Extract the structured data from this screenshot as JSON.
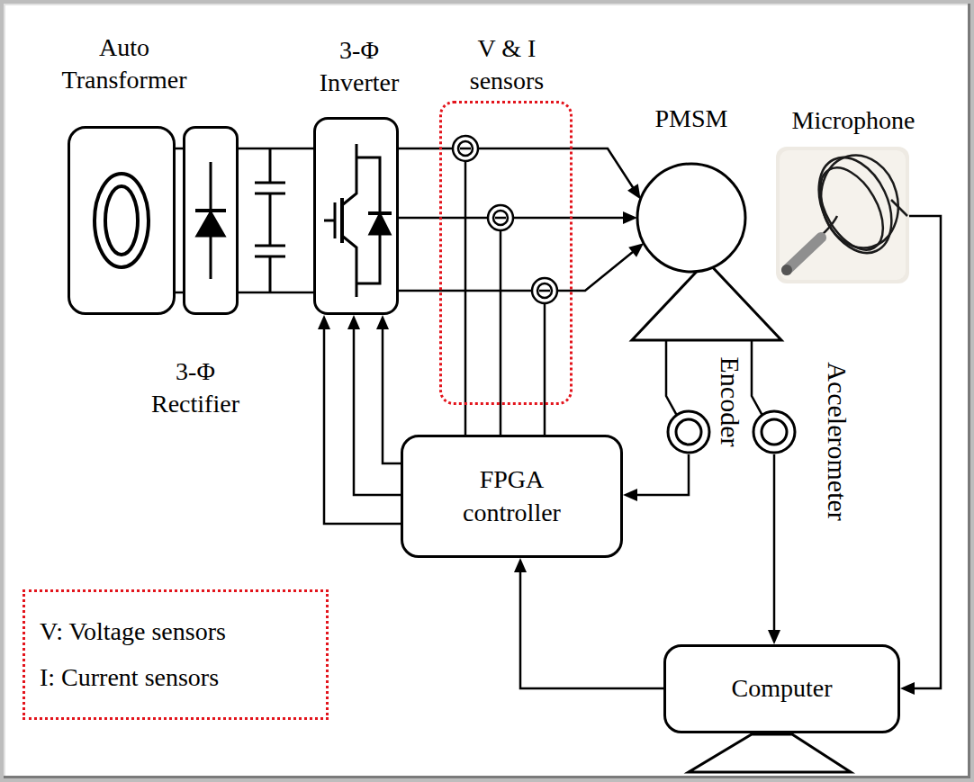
{
  "diagram": {
    "nodes": [
      {
        "text": [
          "Auto Transformer"
        ]
      },
      {
        "text": [
          "3-Φ Rectifier"
        ]
      },
      {
        "text": [
          "3-Φ Inverter"
        ]
      },
      {
        "text": [
          "V & I sensors"
        ]
      },
      {
        "text": [
          "PMSM"
        ]
      },
      {
        "text": [
          "Microphone"
        ]
      },
      {
        "text": [
          "Encoder"
        ]
      },
      {
        "text": [
          "Accelerometer"
        ]
      },
      {
        "text": [
          "FPGA controller"
        ]
      },
      {
        "text": [
          "V: Voltage sensors",
          "I: Current sensors"
        ]
      },
      {
        "text": [
          "Computer"
        ]
      }
    ],
    "edges": [
      {
        "from": 0,
        "to": 1,
        "arrow": "none"
      },
      {
        "from": 0,
        "to": 1,
        "arrow": "none"
      },
      {
        "from": 1,
        "to": 2,
        "arrow": "none"
      },
      {
        "from": 1,
        "to": 2,
        "arrow": "none"
      },
      {
        "from": 2,
        "to": 4,
        "arrow": "to"
      },
      {
        "from": 2,
        "to": 4,
        "arrow": "to"
      },
      {
        "from": 2,
        "to": 4,
        "arrow": "to"
      },
      {
        "from": 3,
        "to": 8,
        "arrow": "none"
      },
      {
        "from": 3,
        "to": 8,
        "arrow": "none"
      },
      {
        "from": 3,
        "to": 8,
        "arrow": "none"
      },
      {
        "from": 8,
        "to": 2,
        "arrow": "to"
      },
      {
        "from": 8,
        "to": 2,
        "arrow": "to"
      },
      {
        "from": 8,
        "to": 2,
        "arrow": "to"
      },
      {
        "from": 4,
        "to": 6,
        "arrow": "none"
      },
      {
        "from": 4,
        "to": 7,
        "arrow": "none"
      },
      {
        "from": 6,
        "to": 8,
        "arrow": "to"
      },
      {
        "from": 7,
        "to": 10,
        "arrow": "to"
      },
      {
        "from": 10,
        "to": 8,
        "arrow": "to"
      },
      {
        "from": 5,
        "to": 10,
        "arrow": "to"
      }
    ]
  }
}
